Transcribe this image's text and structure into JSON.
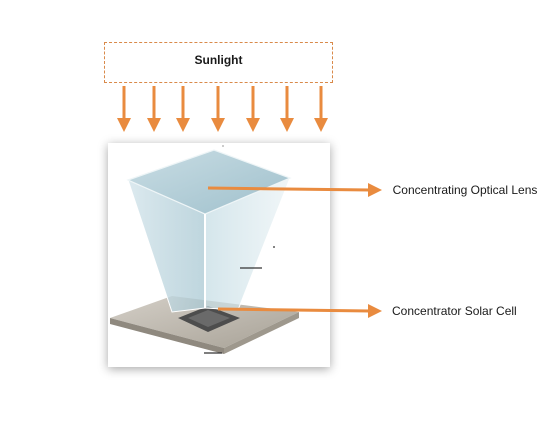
{
  "sunlight": {
    "label": "Sunlight"
  },
  "labels": {
    "lens": "Concentrating Optical Lens",
    "cell": "Concentrator Solar Cell"
  },
  "colors": {
    "arrow": "#e98b3f",
    "lens_glass": "#b9d3dc",
    "base_plate": "#b9b3a9",
    "cell": "#4d4d4d"
  }
}
